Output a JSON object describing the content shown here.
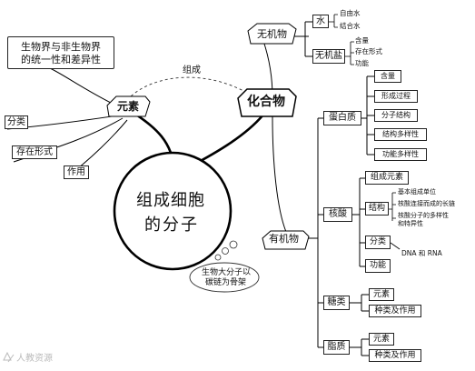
{
  "center": {
    "line1": "组成细胞",
    "line2": "的分子"
  },
  "elements": "元素",
  "compound": "化合物",
  "link": "组成",
  "unity": {
    "line1": "生物界与非生物界",
    "line2": "的统一性和差异性"
  },
  "element_branches": {
    "classification": "分类",
    "form": "存在形式",
    "function": "作用"
  },
  "inorganic": {
    "label": "无机物",
    "water": {
      "label": "水",
      "items": [
        "自由水",
        "结合水"
      ]
    },
    "salt": {
      "label": "无机盐",
      "items": [
        "含量",
        "存在形式",
        "功能"
      ]
    }
  },
  "organic": {
    "label": "有机物",
    "carbon_note": {
      "line1": "生物大分子以",
      "line2": "碳链为骨架"
    },
    "protein": {
      "label": "蛋白质",
      "items": [
        "含量",
        "形成过程",
        "分子结构",
        "结构多样性",
        "功能多样性"
      ]
    },
    "nucleic": {
      "label": "核酸",
      "composition": "组成元素",
      "structure": {
        "label": "结构",
        "items": [
          "基本组成单位",
          "核酸连接而成的长链",
          "核酸分子的多样性",
          "和特异性"
        ]
      },
      "classification": {
        "label": "分类",
        "detail": "DNA 和 RNA"
      },
      "function": "功能"
    },
    "sugar": {
      "label": "糖类",
      "items": [
        "元素",
        "种类及作用"
      ]
    },
    "lipid": {
      "label": "脂质",
      "items": [
        "元素",
        "种类及作用"
      ]
    }
  },
  "watermark": "人教资源"
}
